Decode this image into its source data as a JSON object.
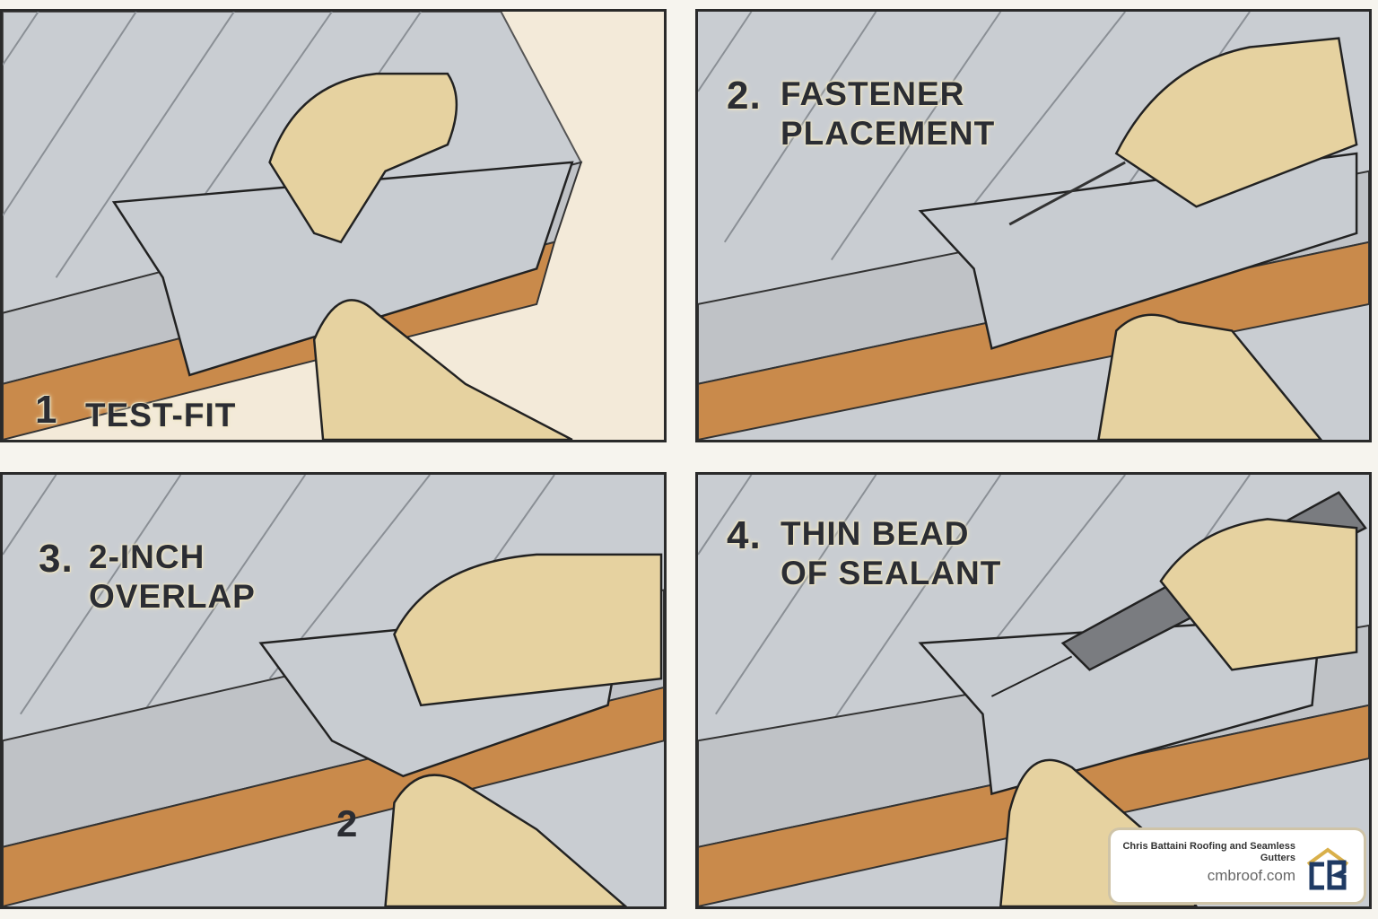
{
  "panels": [
    {
      "step_number": "1",
      "title_line1": "TEST-FIT",
      "title_line2": ""
    },
    {
      "step_number": "2.",
      "title_line1": "FASTENER",
      "title_line2": "PLACEMENT"
    },
    {
      "step_number": "3.",
      "title_line1": "2-INCH",
      "title_line2": "OVERLAP",
      "overlap_marker": "2"
    },
    {
      "step_number": "4.",
      "title_line1": "THIN BEAD",
      "title_line2": "OF SEALANT"
    }
  ],
  "badge": {
    "company": "Chris Battaini Roofing and Seamless Gutters",
    "website": "cmbroof.com",
    "logo_icon": "cb-house-logo-icon"
  },
  "colors": {
    "background": "#f6f4ee",
    "roof_metal": "#c9cdd2",
    "fascia_wood": "#c98a4b",
    "glove": "#e6d2a0",
    "label_text": "#2b2d33",
    "logo_navy": "#1f3a63",
    "logo_gold": "#d9b04a"
  }
}
